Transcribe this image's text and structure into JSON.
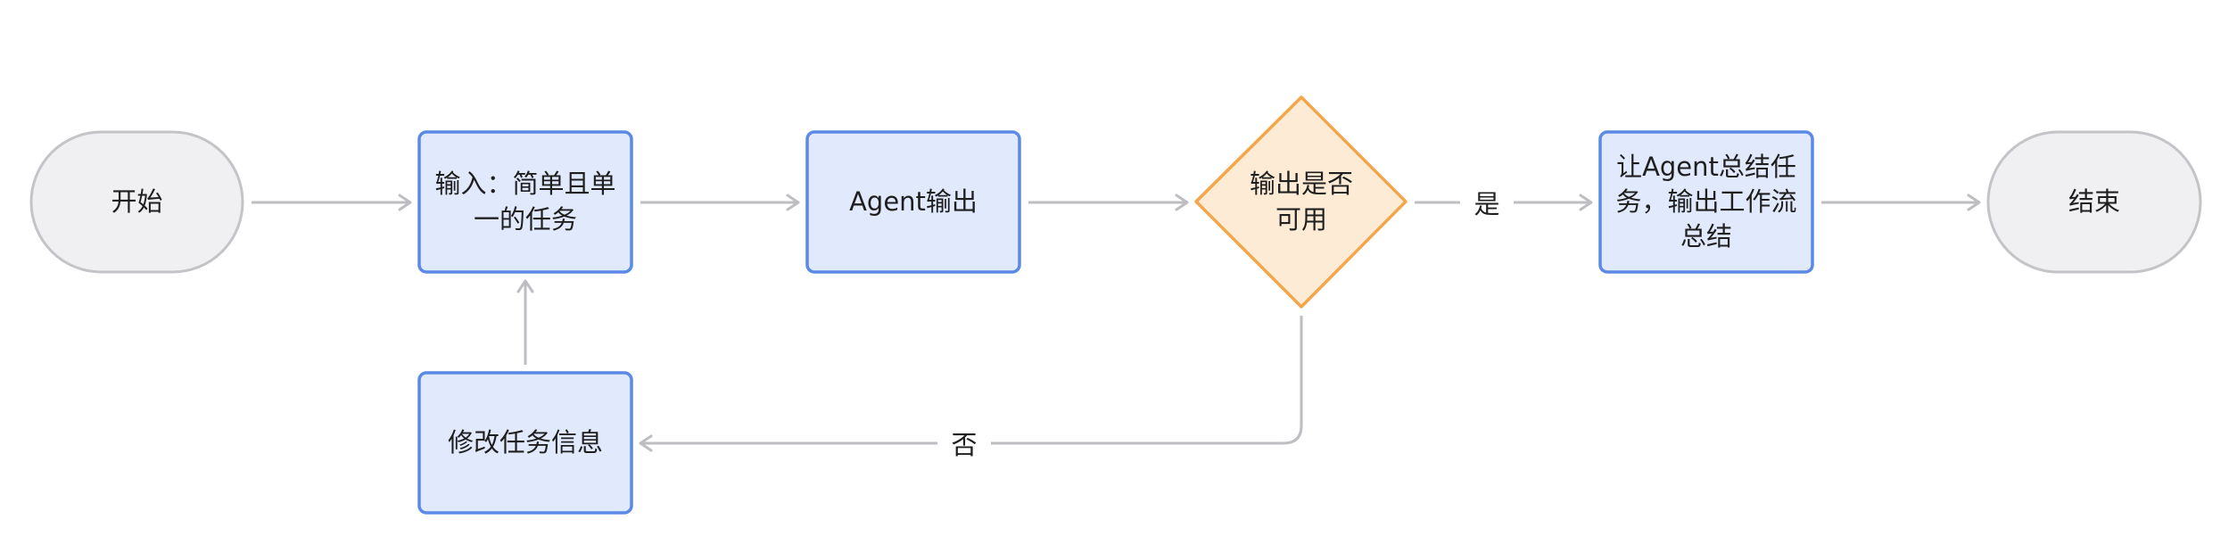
{
  "colors": {
    "terminal_fill": "#f0f0f2",
    "terminal_stroke": "#c4c4c8",
    "process_fill": "#e1eafd",
    "process_stroke": "#5b8ae6",
    "decision_fill": "#fdebd6",
    "decision_stroke": "#f3a64a",
    "edge": "#bdbdc2",
    "text": "#1f1f1f"
  },
  "nodes": {
    "start": {
      "label": "开始",
      "shape": "terminal"
    },
    "input": {
      "label": "输入：简单且单\n一的任务",
      "shape": "process"
    },
    "agent_output": {
      "label": "Agent输出",
      "shape": "process"
    },
    "decision": {
      "label": "输出是否\n可用",
      "shape": "decision"
    },
    "summarize": {
      "label": "让Agent总结任\n务，输出工作流\n总结",
      "shape": "process"
    },
    "end": {
      "label": "结束",
      "shape": "terminal"
    },
    "modify": {
      "label": "修改任务信息",
      "shape": "process"
    }
  },
  "edges": {
    "yes_label": "是",
    "no_label": "否"
  }
}
